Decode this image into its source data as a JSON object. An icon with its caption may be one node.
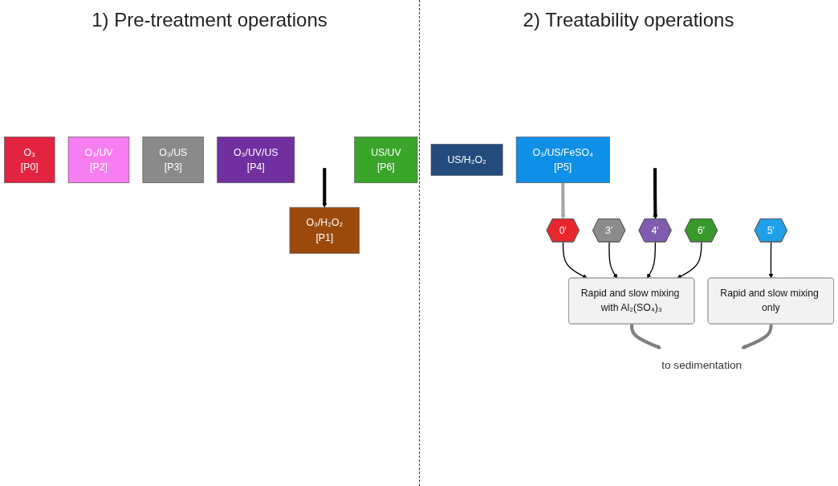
{
  "diagram": {
    "nodes": [
      {
        "text": [
          "O₃",
          "[P0]"
        ]
      },
      {
        "text": [
          "O₃/H₂O₂",
          "[P1]"
        ]
      },
      {
        "text": [
          "O₃/UV",
          "[P2]"
        ]
      },
      {
        "text": [
          "O₃/US",
          "[P3]"
        ]
      },
      {
        "text": [
          "O₃/UV/US",
          "[P4]"
        ]
      },
      {
        "text": [
          "O₃/US/FeSO₄",
          "[P5]"
        ]
      },
      {
        "text": [
          "US/UV",
          "[P6]"
        ]
      },
      {
        "text": [
          "US/H₂O₂"
        ]
      },
      {
        "text": [
          "0′"
        ]
      },
      {
        "text": [
          "3′"
        ]
      },
      {
        "text": [
          "4′"
        ]
      },
      {
        "text": [
          "6′"
        ]
      },
      {
        "text": [
          "5′"
        ]
      },
      {
        "text": [
          "Rapid and slow mixing with Al₂(SO₄)₃"
        ]
      },
      {
        "text": [
          "Rapid and slow mixing only"
        ]
      },
      {
        "text": [
          "to sedimentation"
        ]
      }
    ],
    "edges": [
      {
        "from": null,
        "to": 1,
        "arrow": "to",
        "style": "thick"
      },
      {
        "from": 5,
        "to": 8,
        "arrow": "to",
        "style": "thick",
        "color": "#a6a6a6"
      },
      {
        "from": null,
        "to": 10,
        "arrow": "to",
        "style": "thick"
      },
      {
        "from": 8,
        "to": 13,
        "arrow": "to"
      },
      {
        "from": 9,
        "to": 13,
        "arrow": "to"
      },
      {
        "from": 10,
        "to": 13,
        "arrow": "to"
      },
      {
        "from": 11,
        "to": 13,
        "arrow": "to"
      },
      {
        "from": 12,
        "to": 14,
        "arrow": "to"
      },
      {
        "from": 13,
        "to": 15,
        "arrow": "to",
        "style": "thick",
        "color": "#7f7f7f"
      },
      {
        "from": 14,
        "to": 15,
        "arrow": "to",
        "style": "thick",
        "color": "#7f7f7f"
      }
    ],
    "labels": [
      "1) Pre-treatment operations",
      "2) Treatability operations"
    ]
  }
}
